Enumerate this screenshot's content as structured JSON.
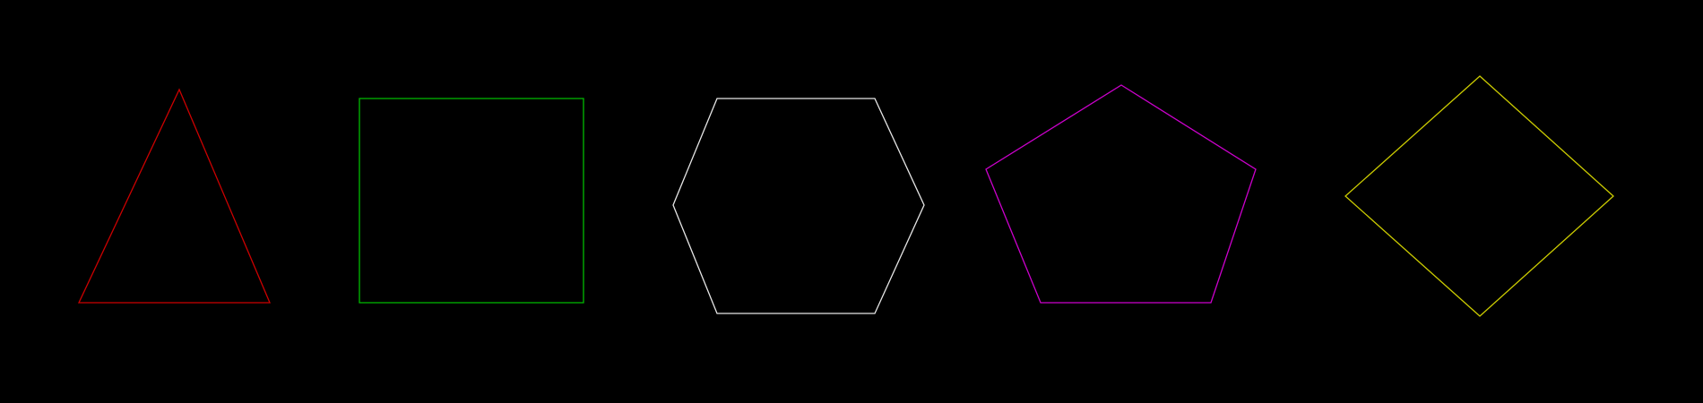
{
  "background_color": "#000000",
  "shapes": [
    {
      "kind": "triangle",
      "color": "#cc0000"
    },
    {
      "kind": "rectangle",
      "color": "#00bb00"
    },
    {
      "kind": "hexagon",
      "color": "#e6e6e6"
    },
    {
      "kind": "pentagon",
      "color": "#cc00cc"
    },
    {
      "kind": "diamond",
      "color": "#cccc00"
    }
  ]
}
